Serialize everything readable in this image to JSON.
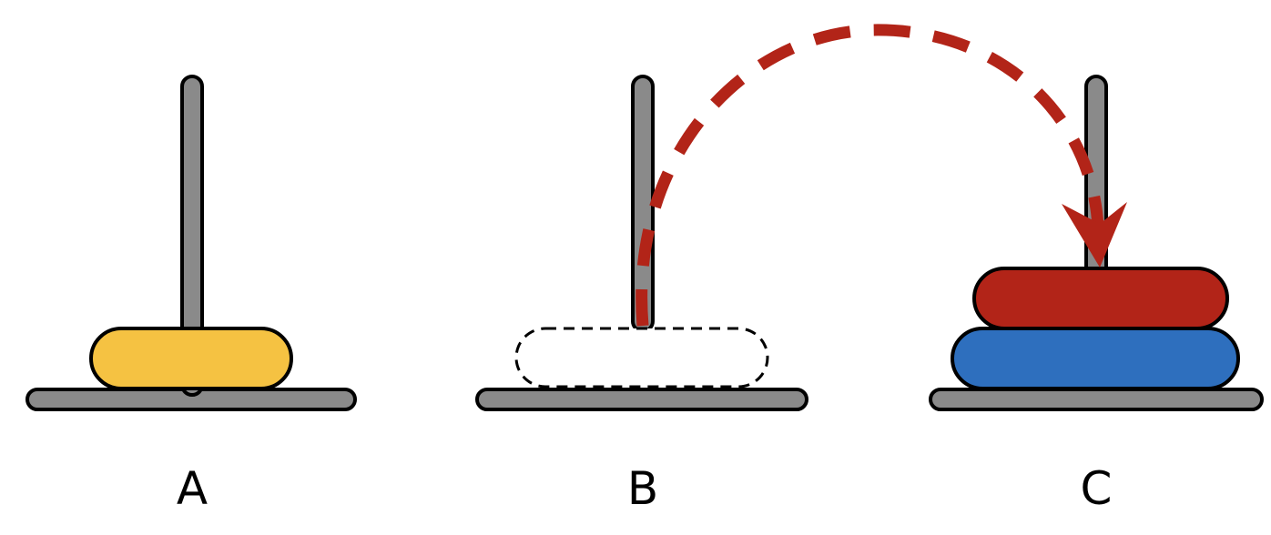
{
  "colors": {
    "peg": "#8a8a8a",
    "outline": "#000000",
    "disk_yellow": "#f5c242",
    "disk_red": "#b22418",
    "disk_blue": "#2e6fbe",
    "arrow": "#b22418",
    "background": "#ffffff"
  },
  "pegs": [
    {
      "label": "A",
      "disks": [
        "yellow"
      ]
    },
    {
      "label": "B",
      "disks": [],
      "ghost_disk": true
    },
    {
      "label": "C",
      "disks": [
        "blue",
        "red"
      ]
    }
  ],
  "move": {
    "from": "B",
    "to": "C",
    "style": "dashed-arc-arrow"
  }
}
